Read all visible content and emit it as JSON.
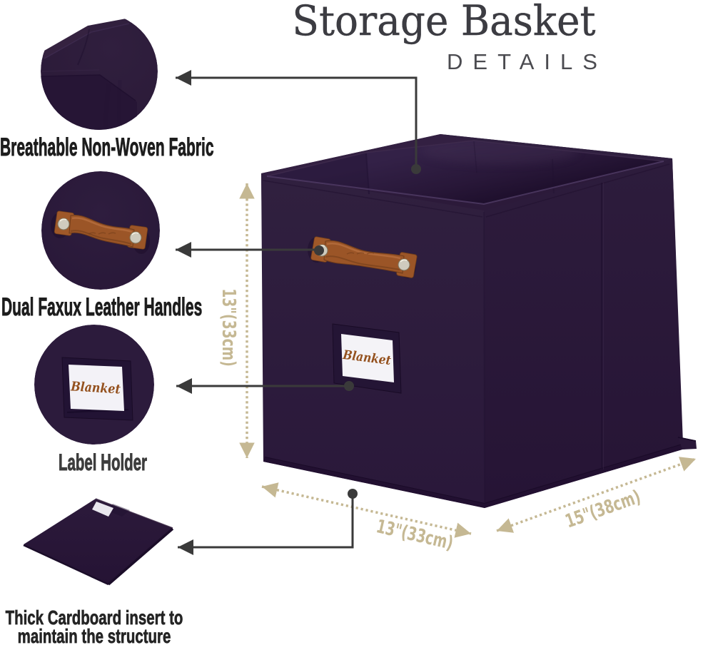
{
  "header": {
    "title": "Storage Basket",
    "subtitle": "DETAILS"
  },
  "callouts": [
    {
      "label": "Breathable Non-Woven Fabric",
      "feature": "fabric-corner-closeup"
    },
    {
      "label": "Dual Faxux Leather Handles",
      "feature": "leather-handle-closeup"
    },
    {
      "label": "Label Holder",
      "feature": "label-holder-closeup"
    },
    {
      "line1": "Thick Cardboard insert to",
      "line2": "maintain the structure",
      "feature": "cardboard-insert"
    }
  ],
  "dimensions": {
    "height": "13\"(33cm)",
    "width": "13\"(33cm)",
    "depth": "15\"(38cm)"
  },
  "label_card": {
    "text": "Blanket"
  },
  "colors": {
    "background": "#ffffff",
    "fabric_purple": "#2e1d3d",
    "fabric_dark": "#1e102f",
    "leather_brown": "#9b5527",
    "dimension_tan": "#c5b893",
    "script_brown": "#94511e",
    "title_gray": "#3c3c42",
    "label_black": "#1d1d1d",
    "callout_line": "#3a3a3a"
  }
}
